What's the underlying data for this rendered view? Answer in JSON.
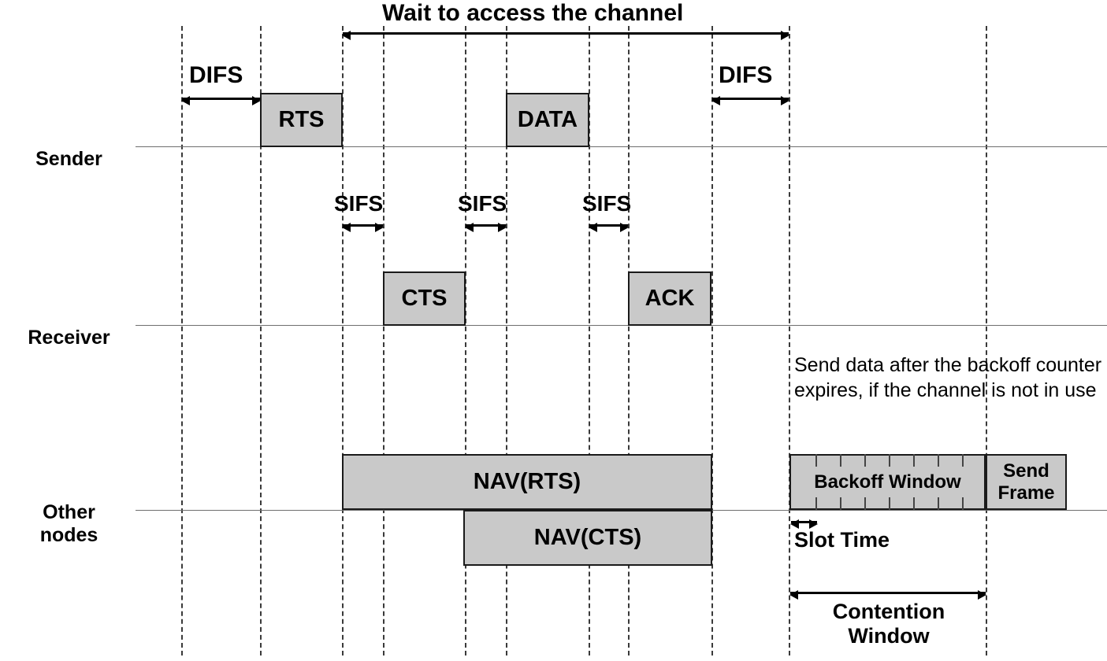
{
  "diagram": {
    "title": "Wait to access the channel",
    "rows": [
      {
        "label": "Sender"
      },
      {
        "label": "Receiver"
      },
      {
        "label": "Other\nnodes"
      }
    ],
    "frames": {
      "rts": "RTS",
      "data": "DATA",
      "cts": "CTS",
      "ack": "ACK",
      "nav_rts": "NAV(RTS)",
      "nav_cts": "NAV(CTS)",
      "backoff_window": "Backoff Window",
      "send_frame": "Send\nFrame"
    },
    "intervals": {
      "difs_1": "DIFS",
      "difs_2": "DIFS",
      "sifs_1": "SIFS",
      "sifs_2": "SIFS",
      "sifs_3": "SIFS",
      "slot_time": "Slot Time",
      "contention_window": "Contention\nWindow"
    },
    "annotation": "Send data after the backoff counter expires, if the channel is not in use",
    "colors": {
      "frame_fill": "#c9c9c9",
      "frame_stroke": "#1a1a1a",
      "timeline": "#6e6e6e",
      "dashed_guide": "#3a3a3a",
      "text": "#000000"
    },
    "backoff_slots": 8
  }
}
